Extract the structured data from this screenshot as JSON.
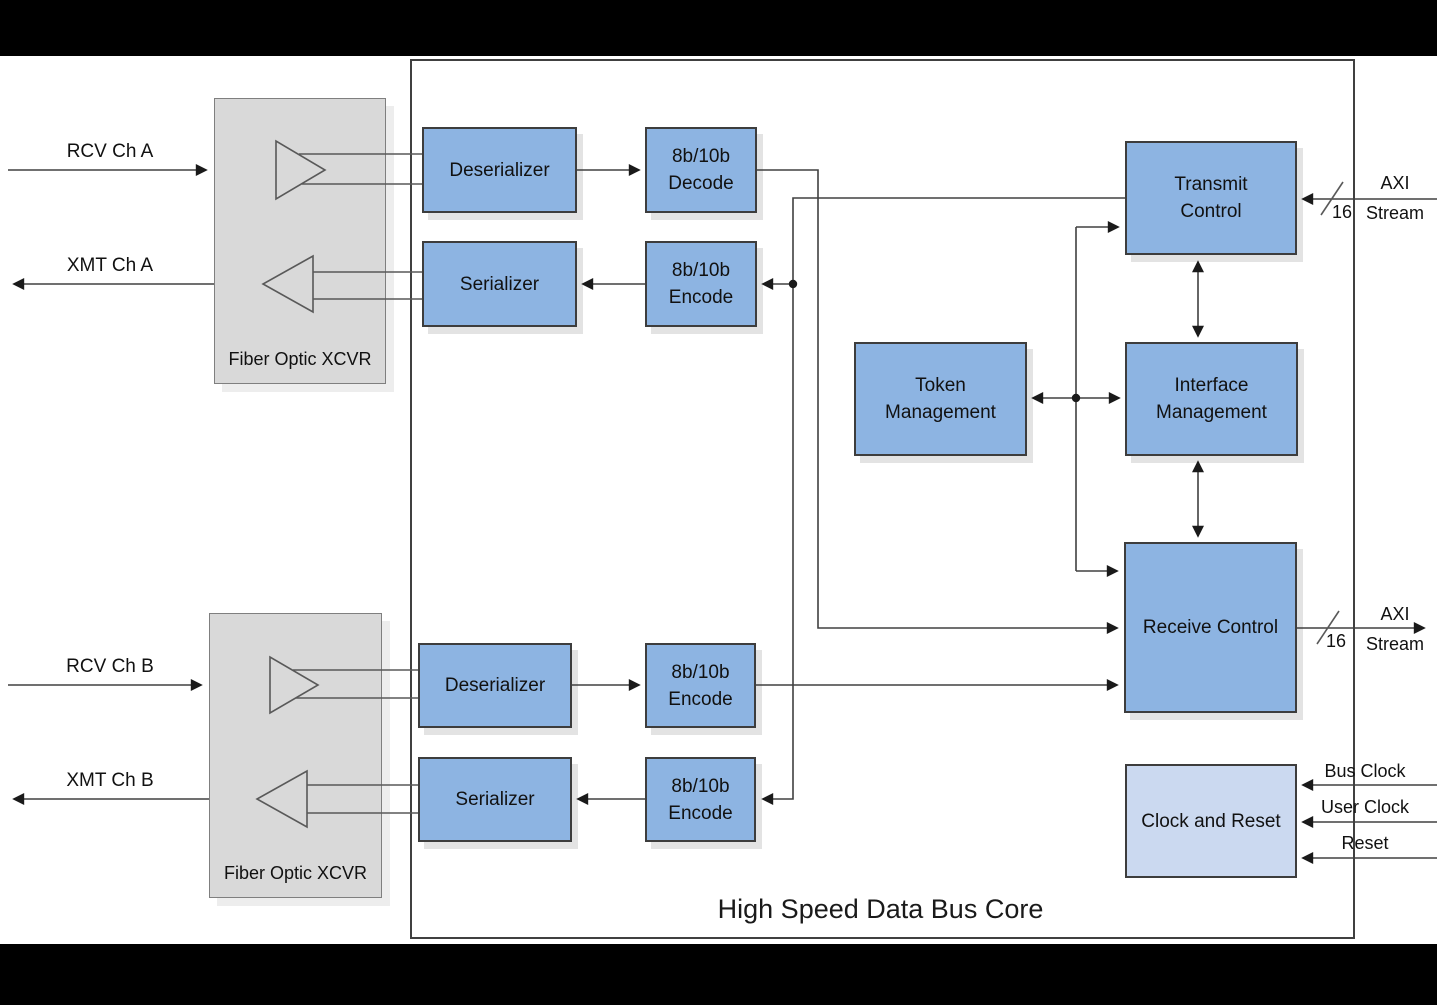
{
  "diagram": {
    "title": "High Speed Data Bus Core",
    "colors": {
      "block_blue": "#8DB4E2",
      "block_light_blue": "#CBD9F0",
      "block_gray": "#D9D9D9",
      "connector_line": "#404040",
      "pair_line": "#595959",
      "border_dark": "#3d3d3d",
      "shadow": "#e3e3e3",
      "bar_black": "#000000"
    },
    "blocks": {
      "fiber_optic_xcvr_a": "Fiber Optic XCVR",
      "fiber_optic_xcvr_b": "Fiber Optic XCVR",
      "deserializer_a": "Deserializer",
      "decode_a": "8b/10b\nDecode",
      "serializer_a": "Serializer",
      "encode_a": "8b/10b\nEncode",
      "deserializer_b": "Deserializer",
      "encode_b1": "8b/10b\nEncode",
      "serializer_b": "Serializer",
      "encode_b2": "8b/10b\nEncode",
      "transmit_control": "Transmit\nControl",
      "token_management": "Token\nManagement",
      "interface_management": "Interface\nManagement",
      "receive_control": "Receive Control",
      "clock_and_reset": "Clock and Reset"
    },
    "ports": {
      "rcv_ch_a": "RCV Ch A",
      "xmt_ch_a": "XMT Ch A",
      "rcv_ch_b": "RCV Ch B",
      "xmt_ch_b": "XMT Ch B",
      "axi_stream_in": "AXI\nStream",
      "axi_stream_in_width": "16",
      "axi_stream_out": "AXI\nStream",
      "axi_stream_out_width": "16",
      "bus_clock": "Bus Clock",
      "user_clock": "User Clock",
      "reset": "Reset"
    }
  }
}
